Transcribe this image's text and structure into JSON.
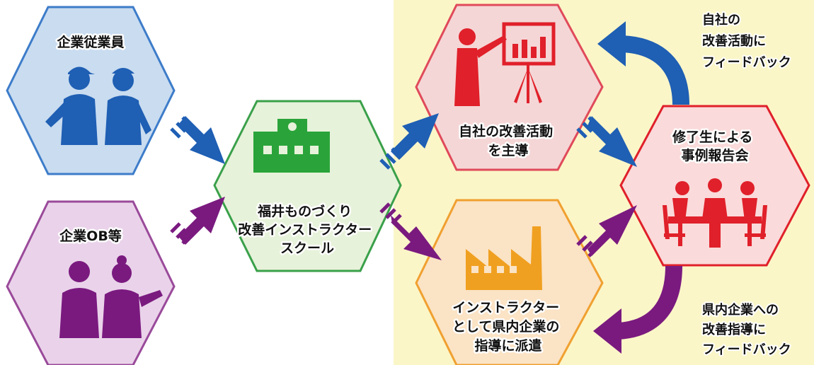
{
  "colors": {
    "highlight_bg": "#fbf6c8",
    "blue": "#1f5fb4",
    "purple": "#7a1a7f",
    "green": "#2aa43a",
    "red": "#e0202a",
    "orange": "#f0a020"
  },
  "nodes": {
    "employees": {
      "label": "企業従業員",
      "icon": "workers-icon"
    },
    "ob": {
      "label": "企業OB等",
      "icon": "seniors-icon"
    },
    "school": {
      "lines": [
        "福井ものづくり",
        "改善インストラクター",
        "スクール"
      ],
      "icon": "school-building-icon"
    },
    "lead": {
      "lines": [
        "自社の改善活動",
        "を主導"
      ],
      "icon": "presenter-icon"
    },
    "dispatch": {
      "lines": [
        "インストラクター",
        "として県内企業の",
        "指導に派遣"
      ],
      "icon": "factory-icon"
    },
    "report": {
      "lines": [
        "修了生による",
        "事例報告会"
      ],
      "icon": "meeting-icon"
    }
  },
  "feedback": {
    "own": [
      "自社の",
      "改善活動に",
      "フィードバック"
    ],
    "pref": [
      "県内企業への",
      "改善指導に",
      "フィードバック"
    ]
  }
}
